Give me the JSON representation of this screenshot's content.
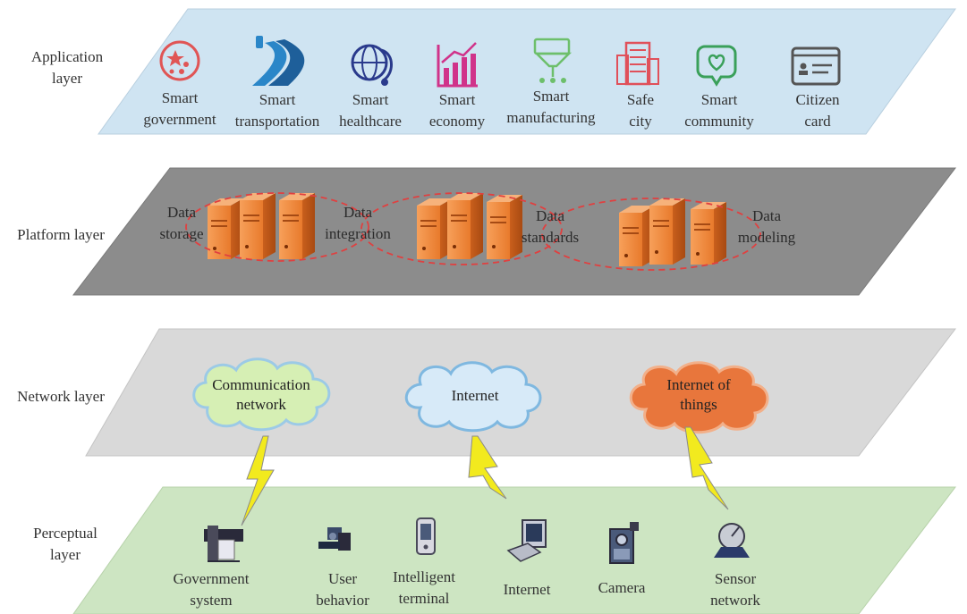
{
  "layers": {
    "application": {
      "label_line1": "Application",
      "label_line2": "layer",
      "color": "#cfe4f2"
    },
    "platform": {
      "label": "Platform layer",
      "color": "#8c8c8c"
    },
    "network": {
      "label": "Network layer",
      "color": "#d9d9d9"
    },
    "perceptual": {
      "label_line1": "Perceptual",
      "label_line2": "layer",
      "color": "#cde5c2"
    }
  },
  "applications": [
    {
      "line1": "Smart",
      "line2": "government",
      "icon": "government-icon",
      "color": "#e05555"
    },
    {
      "line1": "Smart",
      "line2": "transportation",
      "icon": "road-icon",
      "color": "#2a86c8"
    },
    {
      "line1": "Smart",
      "line2": "healthcare",
      "icon": "healthcare-globe-icon",
      "color": "#2a3a8c"
    },
    {
      "line1": "Smart",
      "line2": "economy",
      "icon": "economy-chart-icon",
      "color": "#d0338a"
    },
    {
      "line1": "Smart",
      "line2": "manufacturing",
      "icon": "manufacturing-icon",
      "color": "#6dbf6b"
    },
    {
      "line1": "Safe",
      "line2": "city",
      "icon": "city-building-icon",
      "color": "#e0505a"
    },
    {
      "line1": "Smart",
      "line2": "community",
      "icon": "community-heart-icon",
      "color": "#3aa05a"
    },
    {
      "line1": "Citizen",
      "line2": "card",
      "icon": "id-card-icon",
      "color": "#555555"
    }
  ],
  "platform_items": [
    {
      "line1": "Data",
      "line2": "storage"
    },
    {
      "line1": "Data",
      "line2": "integration"
    },
    {
      "line1": "Data",
      "line2": "standards"
    },
    {
      "line1": "Data",
      "line2": "modeling"
    }
  ],
  "networks": [
    {
      "line1": "Communication",
      "line2": "network",
      "fill": "#d6efb4",
      "stroke": "#9ccae6"
    },
    {
      "line1": "Internet",
      "line2": "",
      "fill": "#d7eaf8",
      "stroke": "#7fb8e0"
    },
    {
      "line1": "Internet of",
      "line2": "things",
      "fill": "#e8763c",
      "stroke": "#f2b08a"
    }
  ],
  "perceptual_items": [
    {
      "line1": "Government",
      "line2": "system",
      "icon": "plotter-icon"
    },
    {
      "line1": "User",
      "line2": "behavior",
      "icon": "user-workstation-icon"
    },
    {
      "line1": "Intelligent",
      "line2": "terminal",
      "icon": "handheld-terminal-icon"
    },
    {
      "line1": "Internet",
      "line2": "",
      "icon": "computer-icon"
    },
    {
      "line1": "Camera",
      "line2": "",
      "icon": "camera-icon"
    },
    {
      "line1": "Sensor",
      "line2": "network",
      "icon": "satellite-dish-icon"
    }
  ],
  "connector_color": "#f2ea1e",
  "server_color": "#f08a3c"
}
